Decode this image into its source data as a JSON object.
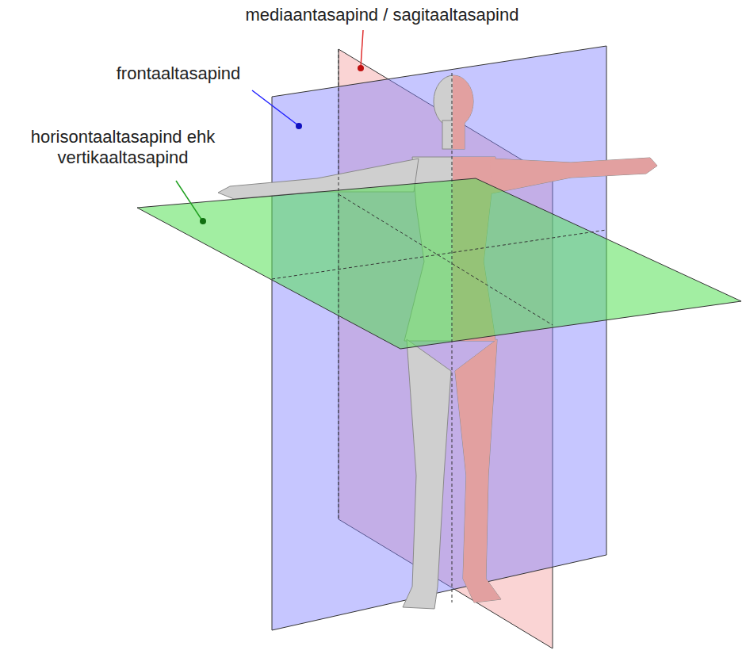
{
  "diagram": {
    "labels": [
      "mediaantasapind / sagitaaltasapind",
      "frontaaltasapind",
      "horisontaaltasapind ehk vertikaaltasapind"
    ]
  }
}
